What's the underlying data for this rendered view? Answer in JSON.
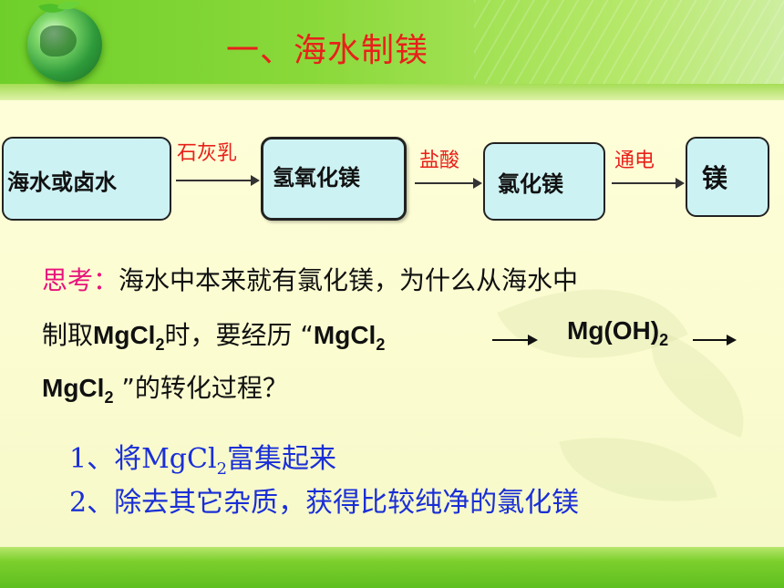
{
  "title": "一、海水制镁",
  "flow": {
    "steps": [
      "海水或卤水",
      "氢氧化镁",
      "氯化镁",
      "镁"
    ],
    "reagents": [
      "石灰乳",
      "盐酸",
      "通电"
    ]
  },
  "question": {
    "label": "思考：",
    "line1": "海水中本来就有氯化镁，为什么从海水中",
    "line2_prefix": "制取",
    "formula_mgcl": "MgCl",
    "sub2": "2",
    "line2_mid": "时，要经历 “",
    "formula_mgoh": "Mg(OH)",
    "line3_suffix": " ”的转化过程？"
  },
  "answers": {
    "a1_prefix": "1、将",
    "a1_formula": "MgCl",
    "a1_sub": "2",
    "a1_suffix": "富集起来",
    "a2": "2、除去其它杂质，获得比较纯净的氯化镁"
  },
  "colors": {
    "title": "#e8201a",
    "label": "#e8127a",
    "answers": "#1a2fd6",
    "box_fill": "#cdf2f4"
  }
}
